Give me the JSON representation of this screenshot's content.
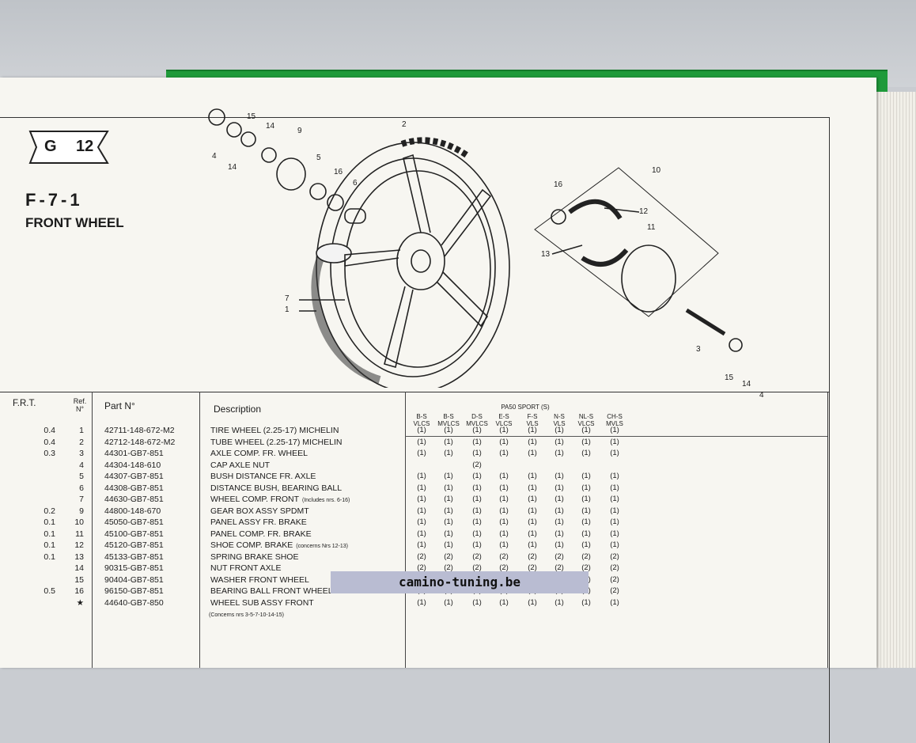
{
  "badge": {
    "letter": "G",
    "number": "12"
  },
  "figure": {
    "code": "F-7-1",
    "title": "FRONT WHEEL"
  },
  "callouts": [
    {
      "id": "c4a",
      "text": "4"
    },
    {
      "id": "c14a",
      "text": "14"
    },
    {
      "id": "c15a",
      "text": "15"
    },
    {
      "id": "c14b",
      "text": "14"
    },
    {
      "id": "c9",
      "text": "9"
    },
    {
      "id": "c5",
      "text": "5"
    },
    {
      "id": "c16a",
      "text": "16"
    },
    {
      "id": "c6",
      "text": "6"
    },
    {
      "id": "c2",
      "text": "2"
    },
    {
      "id": "c7",
      "text": "7"
    },
    {
      "id": "c1",
      "text": "1"
    },
    {
      "id": "c10",
      "text": "10"
    },
    {
      "id": "c16b",
      "text": "16"
    },
    {
      "id": "c12",
      "text": "12"
    },
    {
      "id": "c11",
      "text": "11"
    },
    {
      "id": "c13",
      "text": "13"
    },
    {
      "id": "c3",
      "text": "3"
    },
    {
      "id": "c15b",
      "text": "15"
    },
    {
      "id": "c14c",
      "text": "14"
    },
    {
      "id": "c4b",
      "text": "4"
    }
  ],
  "table": {
    "headers": {
      "frt": "F.R.T.",
      "ref_line1": "Ref.",
      "ref_line2": "N°",
      "part": "Part N°",
      "desc": "Description",
      "model_group": "PA50 SPORT (S)"
    },
    "models": [
      {
        "l1": "B-S",
        "l2": "VLCS"
      },
      {
        "l1": "B-S",
        "l2": "MVLCS"
      },
      {
        "l1": "D-S",
        "l2": "MVLCS"
      },
      {
        "l1": "E-S",
        "l2": "VLCS"
      },
      {
        "l1": "F-S",
        "l2": "VLS"
      },
      {
        "l1": "N-S",
        "l2": "VLS"
      },
      {
        "l1": "NL-S",
        "l2": "VLCS"
      },
      {
        "l1": "CH-S",
        "l2": "MVLS"
      }
    ],
    "rows": [
      {
        "frt": "0.4",
        "ref": "1",
        "part": "42711-148-672-M2",
        "desc": "TIRE WHEEL (2.25-17) MICHELIN",
        "note": "",
        "qty": [
          "(1)",
          "(1)",
          "(1)",
          "(1)",
          "(1)",
          "(1)",
          "(1)",
          "(1)"
        ]
      },
      {
        "frt": "0.4",
        "ref": "2",
        "part": "42712-148-672-M2",
        "desc": "TUBE WHEEL (2.25-17) MICHELIN",
        "note": "",
        "qty": [
          "(1)",
          "(1)",
          "(1)",
          "(1)",
          "(1)",
          "(1)",
          "(1)",
          "(1)"
        ]
      },
      {
        "frt": "0.3",
        "ref": "3",
        "part": "44301-GB7-851",
        "desc": "AXLE COMP. FR. WHEEL",
        "note": "",
        "qty": [
          "(1)",
          "(1)",
          "(1)",
          "(1)",
          "(1)",
          "(1)",
          "(1)",
          "(1)"
        ]
      },
      {
        "frt": "",
        "ref": "4",
        "part": "44304-148-610",
        "desc": "CAP AXLE NUT",
        "note": "",
        "qty": [
          "",
          "",
          "(2)",
          "",
          "",
          "",
          "",
          ""
        ]
      },
      {
        "frt": "",
        "ref": "5",
        "part": "44307-GB7-851",
        "desc": "BUSH DISTANCE FR. AXLE",
        "note": "",
        "qty": [
          "(1)",
          "(1)",
          "(1)",
          "(1)",
          "(1)",
          "(1)",
          "(1)",
          "(1)"
        ]
      },
      {
        "frt": "",
        "ref": "6",
        "part": "44308-GB7-851",
        "desc": "DISTANCE BUSH, BEARING BALL",
        "note": "",
        "qty": [
          "(1)",
          "(1)",
          "(1)",
          "(1)",
          "(1)",
          "(1)",
          "(1)",
          "(1)"
        ]
      },
      {
        "frt": "",
        "ref": "7",
        "part": "44630-GB7-851",
        "desc": "WHEEL COMP. FRONT",
        "note": "(Includes nrs. 6-16)",
        "qty": [
          "(1)",
          "(1)",
          "(1)",
          "(1)",
          "(1)",
          "(1)",
          "(1)",
          "(1)"
        ]
      },
      {
        "frt": "0.2",
        "ref": "9",
        "part": "44800-148-670",
        "desc": "GEAR BOX ASSY SPDMT",
        "note": "",
        "qty": [
          "(1)",
          "(1)",
          "(1)",
          "(1)",
          "(1)",
          "(1)",
          "(1)",
          "(1)"
        ]
      },
      {
        "frt": "0.1",
        "ref": "10",
        "part": "45050-GB7-851",
        "desc": "PANEL ASSY FR. BRAKE",
        "note": "",
        "qty": [
          "(1)",
          "(1)",
          "(1)",
          "(1)",
          "(1)",
          "(1)",
          "(1)",
          "(1)"
        ]
      },
      {
        "frt": "0.1",
        "ref": "11",
        "part": "45100-GB7-851",
        "desc": "PANEL COMP. FR. BRAKE",
        "note": "",
        "qty": [
          "(1)",
          "(1)",
          "(1)",
          "(1)",
          "(1)",
          "(1)",
          "(1)",
          "(1)"
        ]
      },
      {
        "frt": "0.1",
        "ref": "12",
        "part": "45120-GB7-851",
        "desc": "SHOE COMP. BRAKE",
        "note": "(concerns Nrs 12-13)",
        "qty": [
          "(1)",
          "(1)",
          "(1)",
          "(1)",
          "(1)",
          "(1)",
          "(1)",
          "(1)"
        ]
      },
      {
        "frt": "0.1",
        "ref": "13",
        "part": "45133-GB7-851",
        "desc": "SPRING BRAKE SHOE",
        "note": "",
        "qty": [
          "(2)",
          "(2)",
          "(2)",
          "(2)",
          "(2)",
          "(2)",
          "(2)",
          "(2)"
        ]
      },
      {
        "frt": "",
        "ref": "14",
        "part": "90315-GB7-851",
        "desc": "NUT FRONT AXLE",
        "note": "",
        "qty": [
          "(2)",
          "(2)",
          "(2)",
          "(2)",
          "(2)",
          "(2)",
          "(2)",
          "(2)"
        ]
      },
      {
        "frt": "",
        "ref": "15",
        "part": "90404-GB7-851",
        "desc": "WASHER FRONT WHEEL",
        "note": "",
        "qty": [
          "(2)",
          "(2)",
          "(2)",
          "(2)",
          "(2)",
          "(2)",
          "(2)",
          "(2)"
        ]
      },
      {
        "frt": "0.5",
        "ref": "16",
        "part": "96150-GB7-851",
        "desc": "BEARING BALL FRONT WHEEL",
        "note": "",
        "qty": [
          "(2)",
          "(2)",
          "(2)",
          "(2)",
          "(2)",
          "(2)",
          "(2)",
          "(2)"
        ]
      },
      {
        "frt": "",
        "ref": "★",
        "part": "44640-GB7-850",
        "desc": "WHEEL SUB ASSY FRONT",
        "note": "",
        "qty": [
          "(1)",
          "(1)",
          "(1)",
          "(1)",
          "(1)",
          "(1)",
          "(1)",
          "(1)"
        ]
      }
    ],
    "footnote": "(Concerns nrs 3-5-7-10-14-15)"
  },
  "watermark": "camino-tuning.be"
}
